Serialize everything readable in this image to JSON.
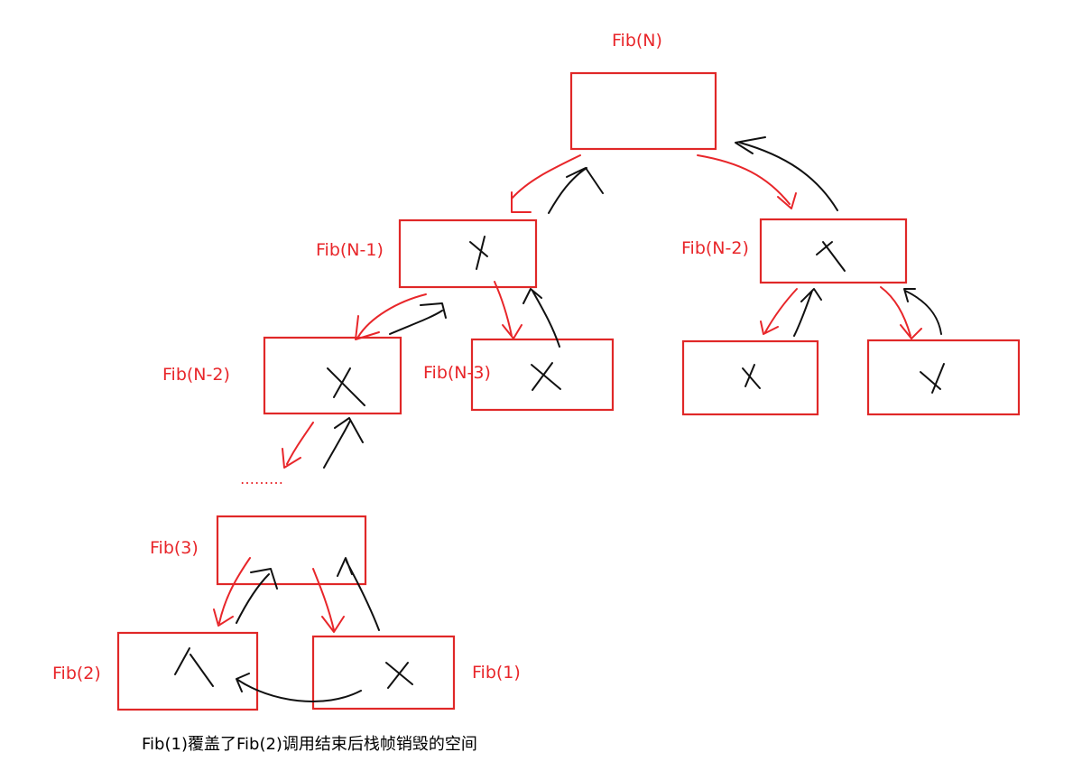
{
  "colors": {
    "box": "#e02828",
    "red_arrow": "#e8262a",
    "black_arrow": "#111111",
    "label": "#e8262a"
  },
  "labels": {
    "fib_n": "Fib(N)",
    "fib_n1": "Fib(N-1)",
    "fib_n2_right": "Fib(N-2)",
    "fib_n2_left": "Fib(N-2)",
    "fib_n3": "Fib(N-3)",
    "fib_3": "Fib(3)",
    "fib_2": "Fib(2)",
    "fib_1": "Fib(1)",
    "ellipsis": "………"
  },
  "caption": "Fib(1)覆盖了Fib(2)调用结束后栈帧销毁的空间",
  "marks": {
    "cross": "X"
  }
}
